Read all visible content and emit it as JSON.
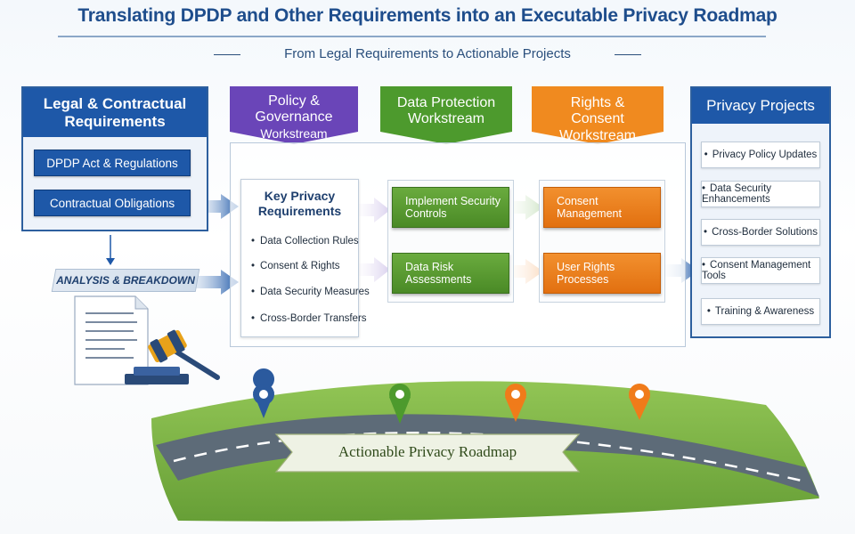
{
  "title": "Translating DPDP and Other Requirements into an Executable Privacy Roadmap",
  "subtitle": "From Legal Requirements to Actionable Projects",
  "legal": {
    "heading": "Legal & Contractual Requirements",
    "items": [
      "DPDP Act & Regulations",
      "Contractual Obligations"
    ]
  },
  "analysis_label": "ANALYSIS & BREAKDOWN",
  "workstreams": {
    "policy": {
      "title": "Policy & Governance",
      "subtitle": "Workstream",
      "color": "#6a45b8"
    },
    "data_protection": {
      "title": "Data Protection Workstream",
      "color": "#4d9a2d"
    },
    "rights": {
      "title": "Rights & Consent Workstream",
      "color": "#f08a1f"
    }
  },
  "key_requirements": {
    "title": "Key Privacy Requirements",
    "items": [
      "Data Collection Rules",
      "Consent & Rights",
      "Data Security Measures",
      "Cross-Border Transfers"
    ]
  },
  "data_protection_items": [
    "Implement Security Controls",
    "Data Risk Assessments"
  ],
  "rights_items": [
    "Consent Management",
    "User Rights Processes"
  ],
  "projects": {
    "heading": "Privacy Projects",
    "items": [
      "Privacy Policy Updates",
      "Data Security Enhancements",
      "Cross-Border Solutions",
      "Consent Management Tools",
      "Training & Awareness"
    ]
  },
  "roadmap_label": "Actionable Privacy Roadmap",
  "pin_colors": [
    "#2b5a9e",
    "#4d9a2d",
    "#f07b1a",
    "#f07b1a"
  ],
  "accent": "#1e58a8"
}
